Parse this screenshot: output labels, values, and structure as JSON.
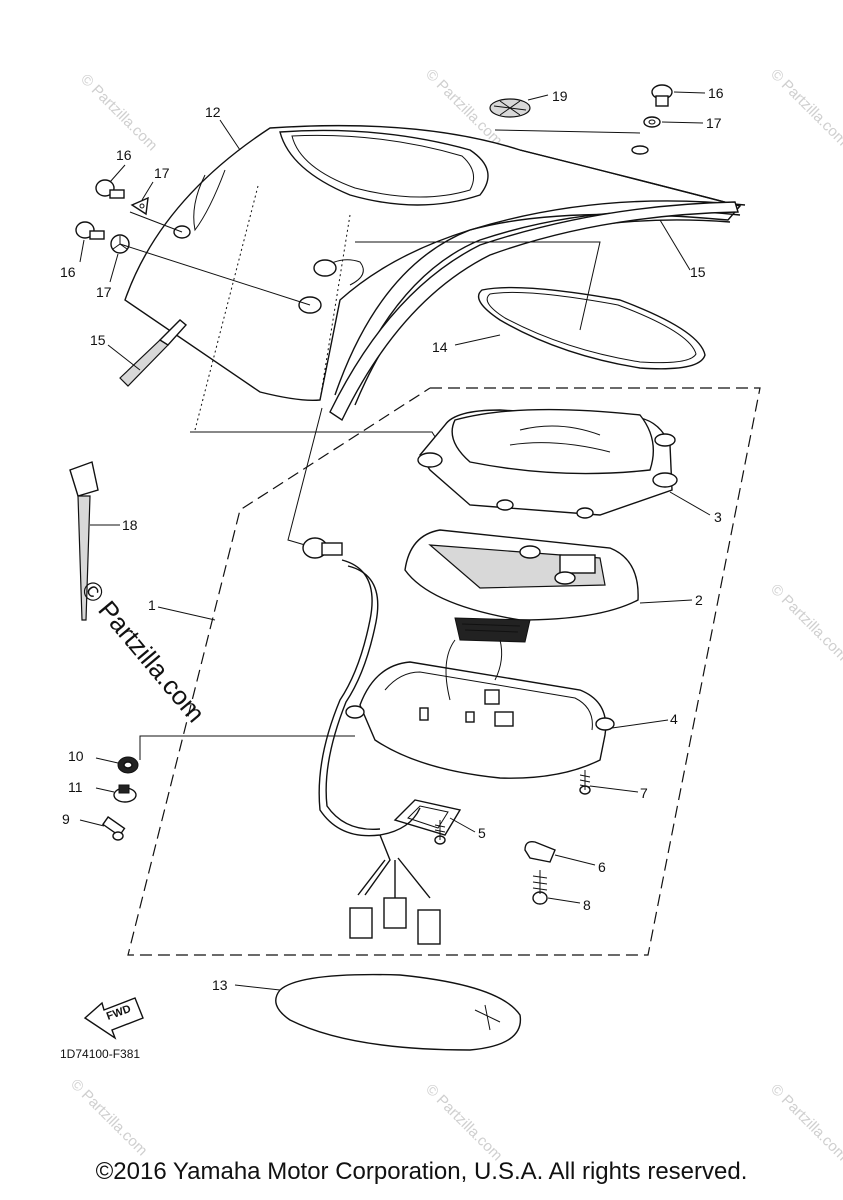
{
  "callouts": {
    "c1": "1",
    "c2": "2",
    "c3": "3",
    "c4": "4",
    "c5": "5",
    "c6": "6",
    "c7": "7",
    "c8": "8",
    "c9": "9",
    "c10": "10",
    "c11": "11",
    "c12": "12",
    "c13": "13",
    "c14": "14",
    "c15a": "15",
    "c15b": "15",
    "c16a": "16",
    "c16b": "16",
    "c16c": "16",
    "c17a": "17",
    "c17b": "17",
    "c17c": "17",
    "c18": "18",
    "c19": "19"
  },
  "fwd_label": "FWD",
  "diagram_code": "1D74100-F381",
  "watermark": {
    "main": "© Partzilla.com",
    "small": "© Partzilla.com"
  },
  "copyright": "©2016 Yamaha Motor Corporation, U.S.A. All rights reserved."
}
